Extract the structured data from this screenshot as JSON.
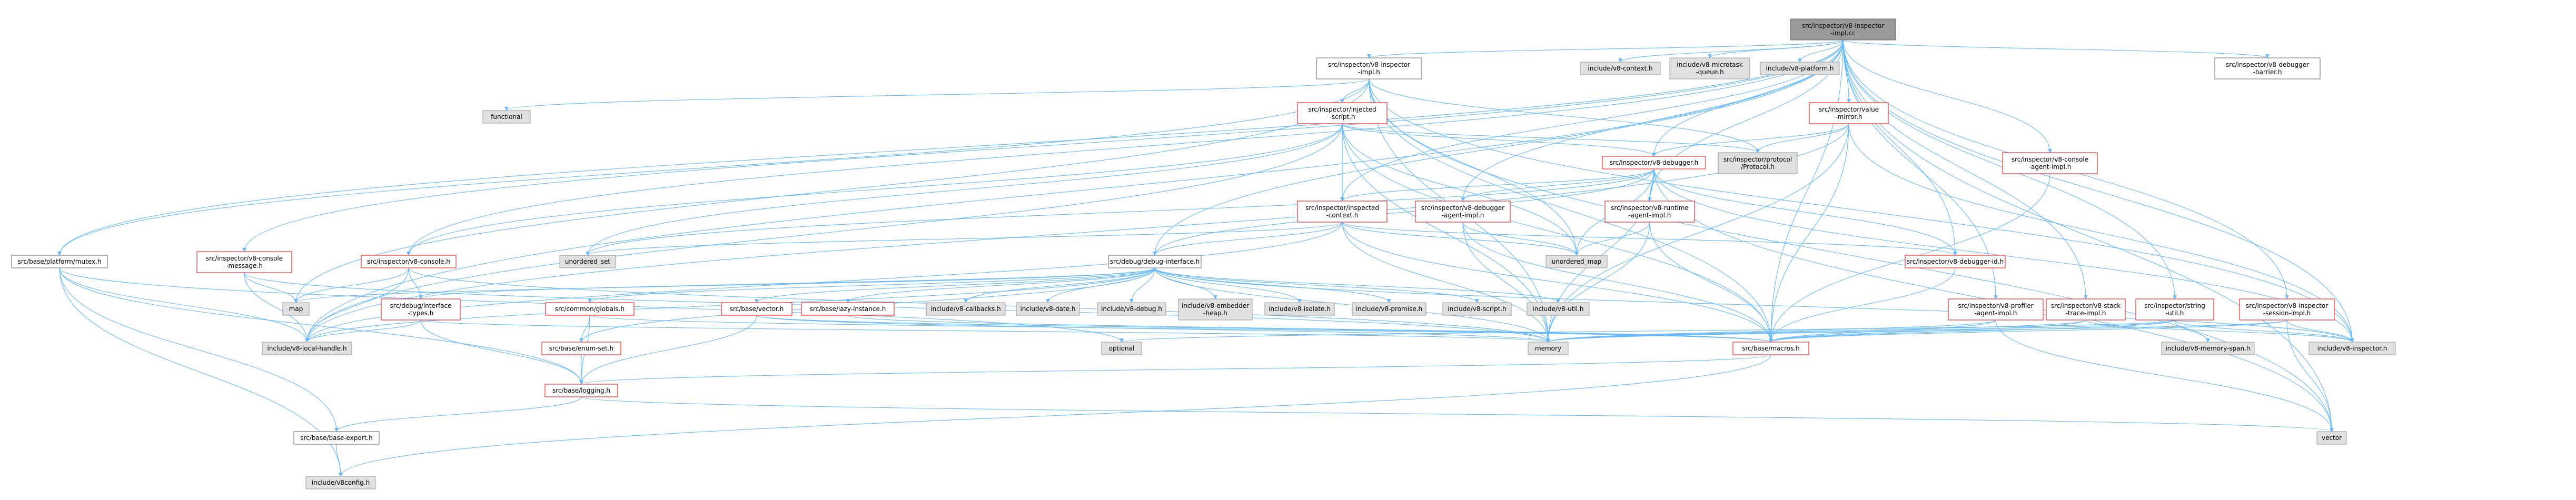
{
  "nodes": [
    {
      "id": "root",
      "lines": [
        "src/inspector/v8-inspector",
        "-impl.cc"
      ],
      "kind": "root"
    },
    {
      "id": "impl_h",
      "lines": [
        "src/inspector/v8-inspector",
        "-impl.h"
      ],
      "kind": "plain"
    },
    {
      "id": "v8context",
      "lines": [
        "include/v8-context.h"
      ],
      "kind": "gray"
    },
    {
      "id": "microtask",
      "lines": [
        "include/v8-microtask",
        "-queue.h"
      ],
      "kind": "gray"
    },
    {
      "id": "platform",
      "lines": [
        "include/v8-platform.h"
      ],
      "kind": "gray"
    },
    {
      "id": "dbg_barrier",
      "lines": [
        "src/inspector/v8-debugger",
        "-barrier.h"
      ],
      "kind": "plain"
    },
    {
      "id": "functional",
      "lines": [
        "functional"
      ],
      "kind": "gray"
    },
    {
      "id": "injected_script",
      "lines": [
        "src/inspector/injected",
        "-script.h"
      ],
      "kind": "red"
    },
    {
      "id": "value_mirror",
      "lines": [
        "src/inspector/value",
        "-mirror.h"
      ],
      "kind": "red"
    },
    {
      "id": "debugger_h",
      "lines": [
        "src/inspector/v8-debugger.h"
      ],
      "kind": "red"
    },
    {
      "id": "protocol",
      "lines": [
        "src/inspector/protocol",
        "/Protocol.h"
      ],
      "kind": "gray"
    },
    {
      "id": "console_agent",
      "lines": [
        "src/inspector/v8-console",
        "-agent-impl.h"
      ],
      "kind": "red"
    },
    {
      "id": "mutex",
      "lines": [
        "src/base/platform/mutex.h"
      ],
      "kind": "plain"
    },
    {
      "id": "console_msg",
      "lines": [
        "src/inspector/v8-console",
        "-message.h"
      ],
      "kind": "red"
    },
    {
      "id": "console_h",
      "lines": [
        "src/inspector/v8-console.h"
      ],
      "kind": "red"
    },
    {
      "id": "injected_ctx",
      "lines": [
        "src/inspector/inspected",
        "-context.h"
      ],
      "kind": "red"
    },
    {
      "id": "dbg_agent",
      "lines": [
        "src/inspector/v8-debugger",
        "-agent-impl.h"
      ],
      "kind": "red"
    },
    {
      "id": "runtime_agent",
      "lines": [
        "src/inspector/v8-runtime",
        "-agent-impl.h"
      ],
      "kind": "red"
    },
    {
      "id": "unordered_set",
      "lines": [
        "unordered_set"
      ],
      "kind": "gray"
    },
    {
      "id": "unordered_map",
      "lines": [
        "unordered_map"
      ],
      "kind": "gray"
    },
    {
      "id": "debug_iface",
      "lines": [
        "src/debug/debug-interface.h"
      ],
      "kind": "plain"
    },
    {
      "id": "debugger_id",
      "lines": [
        "src/inspector/v8-debugger-id.h"
      ],
      "kind": "red"
    },
    {
      "id": "map",
      "lines": [
        "map"
      ],
      "kind": "gray"
    },
    {
      "id": "iface_types",
      "lines": [
        "src/debug/interface",
        "-types.h"
      ],
      "kind": "red"
    },
    {
      "id": "globals",
      "lines": [
        "src/common/globals.h"
      ],
      "kind": "red"
    },
    {
      "id": "base_vector",
      "lines": [
        "src/base/vector.h"
      ],
      "kind": "red"
    },
    {
      "id": "lazy_instance",
      "lines": [
        "src/base/lazy-instance.h"
      ],
      "kind": "red"
    },
    {
      "id": "callbacks",
      "lines": [
        "include/v8-callbacks.h"
      ],
      "kind": "gray"
    },
    {
      "id": "v8date",
      "lines": [
        "include/v8-date.h"
      ],
      "kind": "gray"
    },
    {
      "id": "v8debug",
      "lines": [
        "include/v8-debug.h"
      ],
      "kind": "gray"
    },
    {
      "id": "embedder_heap",
      "lines": [
        "include/v8-embedder",
        "-heap.h"
      ],
      "kind": "gray"
    },
    {
      "id": "v8isolate",
      "lines": [
        "include/v8-isolate.h"
      ],
      "kind": "gray"
    },
    {
      "id": "v8promise",
      "lines": [
        "include/v8-promise.h"
      ],
      "kind": "gray"
    },
    {
      "id": "v8script",
      "lines": [
        "include/v8-script.h"
      ],
      "kind": "gray"
    },
    {
      "id": "v8util",
      "lines": [
        "include/v8-util.h"
      ],
      "kind": "gray"
    },
    {
      "id": "profiler_agent",
      "lines": [
        "src/inspector/v8-profiler",
        "-agent-impl.h"
      ],
      "kind": "red"
    },
    {
      "id": "stack_trace",
      "lines": [
        "src/inspector/v8-stack",
        "-trace-impl.h"
      ],
      "kind": "red"
    },
    {
      "id": "string_util",
      "lines": [
        "src/inspector/string",
        "-util.h"
      ],
      "kind": "red"
    },
    {
      "id": "session_impl",
      "lines": [
        "src/inspector/v8-inspector",
        "-session-impl.h"
      ],
      "kind": "red"
    },
    {
      "id": "local_handle",
      "lines": [
        "include/v8-local-handle.h"
      ],
      "kind": "gray"
    },
    {
      "id": "optional",
      "lines": [
        "optional"
      ],
      "kind": "gray"
    },
    {
      "id": "memory",
      "lines": [
        "memory"
      ],
      "kind": "gray"
    },
    {
      "id": "enum_set",
      "lines": [
        "src/base/enum-set.h"
      ],
      "kind": "red"
    },
    {
      "id": "macros",
      "lines": [
        "src/base/macros.h"
      ],
      "kind": "red"
    },
    {
      "id": "memory_span",
      "lines": [
        "include/v8-memory-span.h"
      ],
      "kind": "gray"
    },
    {
      "id": "v8inspector",
      "lines": [
        "include/v8-inspector.h"
      ],
      "kind": "gray"
    },
    {
      "id": "logging",
      "lines": [
        "src/base/logging.h"
      ],
      "kind": "red"
    },
    {
      "id": "base_export",
      "lines": [
        "src/base/base-export.h"
      ],
      "kind": "plain"
    },
    {
      "id": "vector",
      "lines": [
        "vector"
      ],
      "kind": "gray"
    },
    {
      "id": "v8config",
      "lines": [
        "include/v8config.h"
      ],
      "kind": "gray"
    }
  ],
  "edges": [
    [
      "root",
      "impl_h"
    ],
    [
      "root",
      "v8context"
    ],
    [
      "root",
      "microtask"
    ],
    [
      "root",
      "platform"
    ],
    [
      "root",
      "dbg_barrier"
    ],
    [
      "root",
      "value_mirror"
    ],
    [
      "root",
      "debugger_h"
    ],
    [
      "root",
      "console_agent"
    ],
    [
      "root",
      "mutex"
    ],
    [
      "root",
      "console_msg"
    ],
    [
      "root",
      "console_h"
    ],
    [
      "root",
      "injected_ctx"
    ],
    [
      "root",
      "dbg_agent"
    ],
    [
      "root",
      "runtime_agent"
    ],
    [
      "root",
      "debug_iface"
    ],
    [
      "root",
      "debugger_id"
    ],
    [
      "root",
      "profiler_agent"
    ],
    [
      "root",
      "stack_trace"
    ],
    [
      "root",
      "string_util"
    ],
    [
      "root",
      "session_impl"
    ],
    [
      "root",
      "local_handle"
    ],
    [
      "root",
      "v8inspector"
    ],
    [
      "root",
      "vector"
    ],
    [
      "root",
      "macros"
    ],
    [
      "impl_h",
      "functional"
    ],
    [
      "impl_h",
      "injected_script"
    ],
    [
      "impl_h",
      "map"
    ],
    [
      "impl_h",
      "unordered_map"
    ],
    [
      "impl_h",
      "memory"
    ],
    [
      "impl_h",
      "protocol"
    ],
    [
      "impl_h",
      "macros"
    ],
    [
      "impl_h",
      "v8inspector"
    ],
    [
      "impl_h",
      "mutex"
    ],
    [
      "impl_h",
      "vector"
    ],
    [
      "injected_script",
      "debugger_h"
    ],
    [
      "injected_script",
      "injected_ctx"
    ],
    [
      "injected_script",
      "console_h"
    ],
    [
      "injected_script",
      "unordered_set"
    ],
    [
      "injected_script",
      "unordered_map"
    ],
    [
      "injected_script",
      "local_handle"
    ],
    [
      "injected_script",
      "protocol"
    ],
    [
      "injected_script",
      "macros"
    ],
    [
      "injected_script",
      "memory"
    ],
    [
      "value_mirror",
      "debugger_h"
    ],
    [
      "value_mirror",
      "protocol"
    ],
    [
      "value_mirror",
      "memory"
    ],
    [
      "value_mirror",
      "local_handle"
    ],
    [
      "value_mirror",
      "macros"
    ],
    [
      "value_mirror",
      "v8inspector"
    ],
    [
      "debugger_h",
      "injected_ctx"
    ],
    [
      "debugger_h",
      "dbg_agent"
    ],
    [
      "debugger_h",
      "runtime_agent"
    ],
    [
      "debugger_h",
      "debugger_id"
    ],
    [
      "debugger_h",
      "unordered_map"
    ],
    [
      "debugger_h",
      "unordered_set"
    ],
    [
      "debugger_h",
      "debug_iface"
    ],
    [
      "debugger_h",
      "memory"
    ],
    [
      "debugger_h",
      "vector"
    ],
    [
      "debugger_h",
      "v8inspector"
    ],
    [
      "console_agent",
      "macros"
    ],
    [
      "mutex",
      "local_handle"
    ],
    [
      "mutex",
      "logging"
    ],
    [
      "mutex",
      "base_export"
    ],
    [
      "mutex",
      "optional"
    ],
    [
      "mutex",
      "v8config"
    ],
    [
      "console_msg",
      "map"
    ],
    [
      "console_msg",
      "local_handle"
    ],
    [
      "console_msg",
      "memory"
    ],
    [
      "console_h",
      "iface_types"
    ],
    [
      "console_h",
      "local_handle"
    ],
    [
      "console_h",
      "map"
    ],
    [
      "console_h",
      "memory"
    ],
    [
      "injected_ctx",
      "debug_iface"
    ],
    [
      "injected_ctx",
      "unordered_set"
    ],
    [
      "injected_ctx",
      "unordered_map"
    ],
    [
      "injected_ctx",
      "local_handle"
    ],
    [
      "injected_ctx",
      "memory"
    ],
    [
      "injected_ctx",
      "macros"
    ],
    [
      "injected_ctx",
      "debugger_id"
    ],
    [
      "dbg_agent",
      "unordered_map"
    ],
    [
      "dbg_agent",
      "memory"
    ],
    [
      "dbg_agent",
      "macros"
    ],
    [
      "runtime_agent",
      "unordered_map"
    ],
    [
      "runtime_agent",
      "memory"
    ],
    [
      "runtime_agent",
      "macros"
    ],
    [
      "debug_iface",
      "map"
    ],
    [
      "debug_iface",
      "iface_types"
    ],
    [
      "debug_iface",
      "globals"
    ],
    [
      "debug_iface",
      "base_vector"
    ],
    [
      "debug_iface",
      "lazy_instance"
    ],
    [
      "debug_iface",
      "callbacks"
    ],
    [
      "debug_iface",
      "v8date"
    ],
    [
      "debug_iface",
      "v8debug"
    ],
    [
      "debug_iface",
      "embedder_heap"
    ],
    [
      "debug_iface",
      "v8isolate"
    ],
    [
      "debug_iface",
      "v8promise"
    ],
    [
      "debug_iface",
      "v8script"
    ],
    [
      "debug_iface",
      "v8util"
    ],
    [
      "debug_iface",
      "local_handle"
    ],
    [
      "debug_iface",
      "memory"
    ],
    [
      "debug_iface",
      "v8inspector"
    ],
    [
      "debug_iface",
      "enum_set"
    ],
    [
      "debugger_id",
      "macros"
    ],
    [
      "iface_types",
      "local_handle"
    ],
    [
      "iface_types",
      "memory"
    ],
    [
      "iface_types",
      "logging"
    ],
    [
      "globals",
      "enum_set"
    ],
    [
      "globals",
      "logging"
    ],
    [
      "globals",
      "macros"
    ],
    [
      "base_vector",
      "logging"
    ],
    [
      "base_vector",
      "macros"
    ],
    [
      "base_vector",
      "memory"
    ],
    [
      "lazy_instance",
      "macros"
    ],
    [
      "profiler_agent",
      "memory"
    ],
    [
      "profiler_agent",
      "macros"
    ],
    [
      "profiler_agent",
      "vector"
    ],
    [
      "stack_trace",
      "memory"
    ],
    [
      "stack_trace",
      "v8inspector"
    ],
    [
      "stack_trace",
      "macros"
    ],
    [
      "string_util",
      "memory_span"
    ],
    [
      "string_util",
      "optional"
    ],
    [
      "string_util",
      "macros"
    ],
    [
      "string_util",
      "memory"
    ],
    [
      "string_util",
      "v8inspector"
    ],
    [
      "session_impl",
      "v8inspector"
    ],
    [
      "session_impl",
      "memory"
    ],
    [
      "session_impl",
      "vector"
    ],
    [
      "session_impl",
      "macros"
    ],
    [
      "enum_set",
      "logging"
    ],
    [
      "macros",
      "logging"
    ],
    [
      "macros",
      "v8config"
    ],
    [
      "logging",
      "base_export"
    ],
    [
      "logging",
      "vector"
    ],
    [
      "base_export",
      "v8config"
    ]
  ],
  "colors": {
    "edge": "#63b8ff",
    "root_fill": "#999999",
    "gray_fill": "#e0e0e0",
    "gray_stroke": "#999999",
    "red_stroke": "#ff0000",
    "plain_stroke": "#666666",
    "node_text": "#000000",
    "red_text": "#c00000"
  }
}
